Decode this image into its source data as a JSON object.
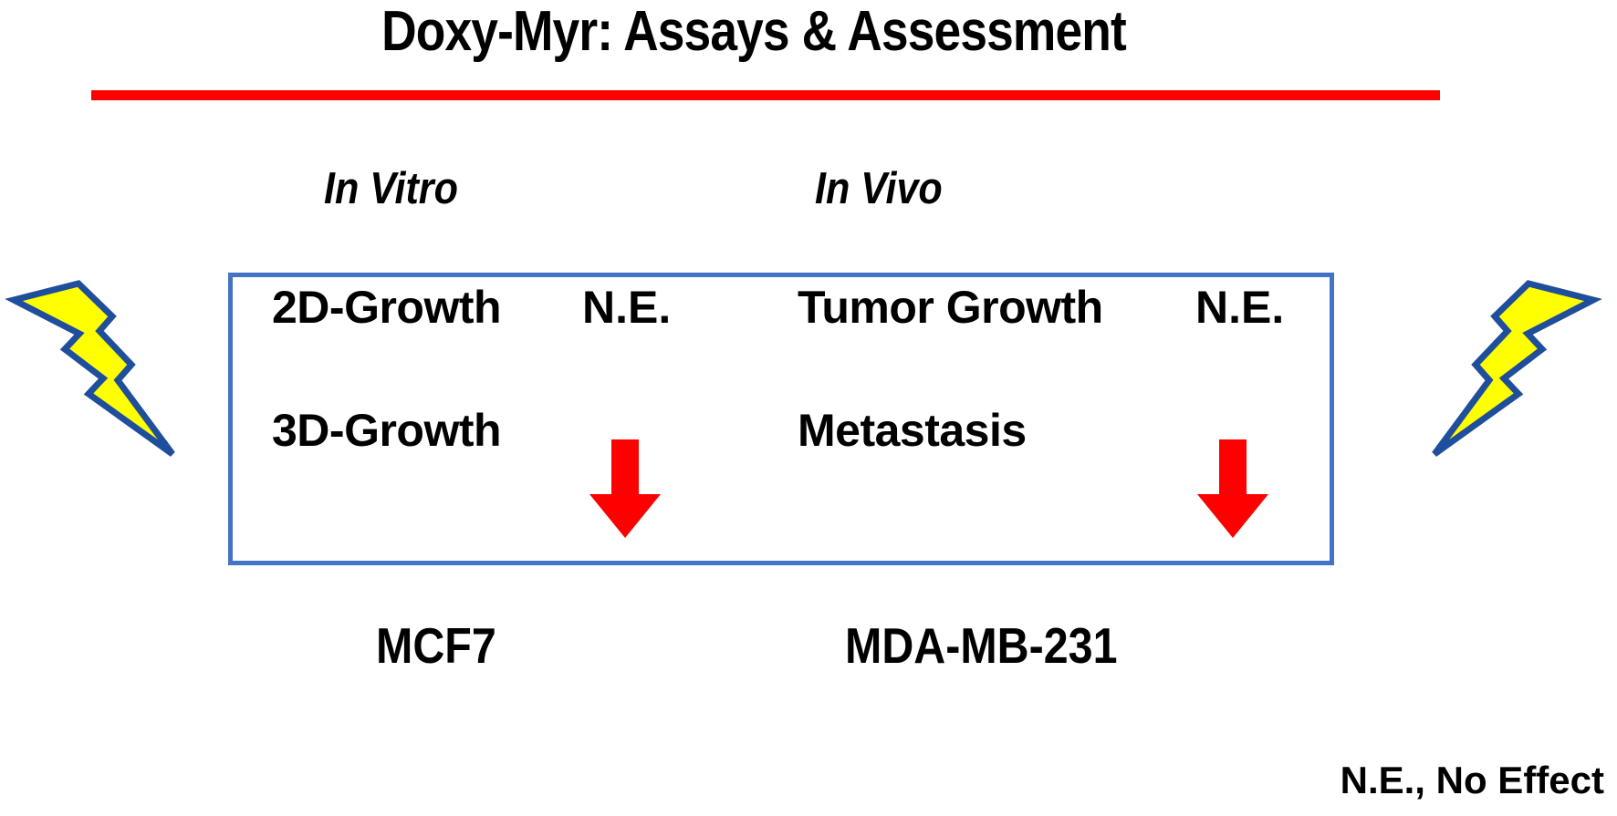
{
  "figure": {
    "title": "Doxy-Myr: Assays & Assessment",
    "divider_color": "#FF0000",
    "box_border_color": "#4472C4",
    "bolt_fill_color": "#FFFF00",
    "bolt_stroke_color": "#1F4E9C",
    "arrow_color": "#FF0000",
    "background_color": "#FFFFFF"
  },
  "columns": [
    {
      "heading": "In Vitro",
      "cell_line": "MCF7",
      "rows": [
        {
          "assay": "2D-Growth",
          "result": "N.E.",
          "result_type": "text"
        },
        {
          "assay": "3D-Growth",
          "result": "down-arrow",
          "result_type": "icon"
        }
      ]
    },
    {
      "heading": "In Vivo",
      "cell_line": "MDA-MB-231",
      "rows": [
        {
          "assay": "Tumor Growth",
          "result": "N.E.",
          "result_type": "text"
        },
        {
          "assay": "Metastasis",
          "result": "down-arrow",
          "result_type": "icon"
        }
      ]
    }
  ],
  "footnote": "N.E., No Effect"
}
